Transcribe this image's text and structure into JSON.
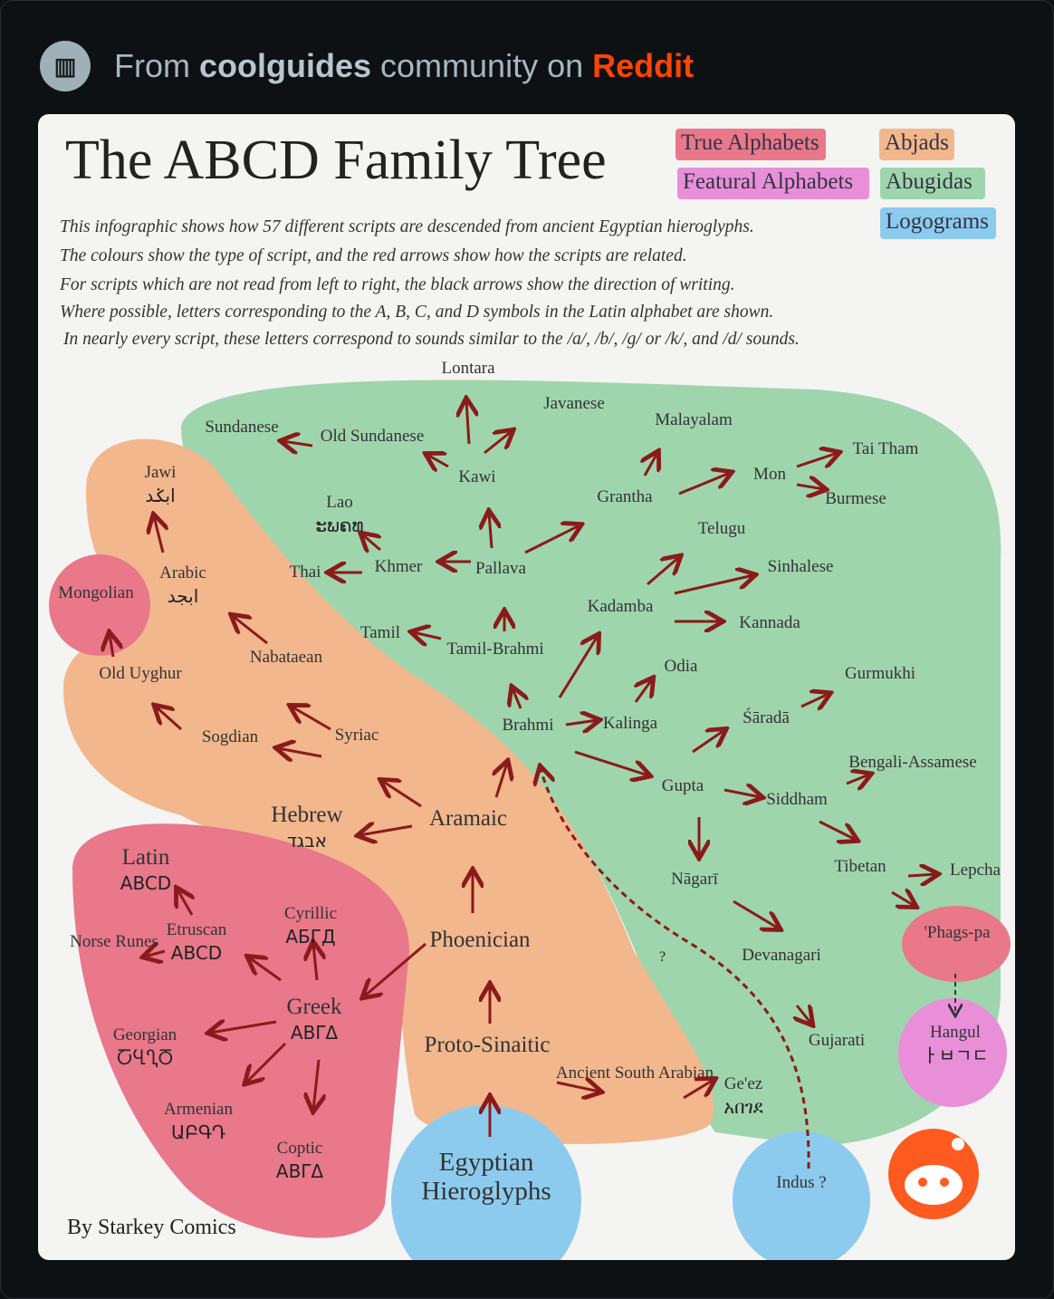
{
  "header": {
    "prefix": "From",
    "community": "coolguides",
    "middle": "community on",
    "platform": "Reddit"
  },
  "title": "The ABCD Family Tree",
  "legend": [
    "True Alphabets",
    "Abjads",
    "Featural Alphabets",
    "Abugidas",
    "Logograms"
  ],
  "colors": {
    "true_alphabets": "#e8788a",
    "abjads": "#f2b78c",
    "featural": "#e88fd8",
    "abugidas": "#9fd5ac",
    "logograms": "#8ccbee",
    "arrow": "#8b1a1a"
  },
  "description": [
    "This infographic shows how 57 different scripts are descended from ancient Egyptian hieroglyphs.",
    "The colours show the type of script, and the red arrows show how the scripts are related.",
    "For scripts which are not read from left to right, the black arrows show the direction of writing.",
    "Where possible, letters corresponding to the A, B, C, and D symbols in the Latin alphabet are shown.",
    "In nearly every script, these letters correspond to sounds similar to the /a/, /b/, /g/ or /k/, and /d/ sounds."
  ],
  "nodes": [
    {
      "label": "Lontara"
    },
    {
      "label": "Javanese"
    },
    {
      "label": "Sundanese"
    },
    {
      "label": "Old Sundanese"
    },
    {
      "label": "Malayalam"
    },
    {
      "label": "Tai Tham"
    },
    {
      "label": "Kawi"
    },
    {
      "label": "Jawi",
      "glyph": "ابݢد"
    },
    {
      "label": "Lao",
      "glyph": "ະພຄທ"
    },
    {
      "label": "Grantha"
    },
    {
      "label": "Mon"
    },
    {
      "label": "Burmese"
    },
    {
      "label": "Telugu"
    },
    {
      "label": "Sinhalese"
    },
    {
      "label": "Arabic",
      "glyph": "ابجد"
    },
    {
      "label": "Mongolian"
    },
    {
      "label": "Thai"
    },
    {
      "label": "Khmer"
    },
    {
      "label": "Pallava"
    },
    {
      "label": "Kadamba"
    },
    {
      "label": "Kannada"
    },
    {
      "label": "Tamil"
    },
    {
      "label": "Tamil-Brahmi"
    },
    {
      "label": "Nabataean"
    },
    {
      "label": "Old Uyghur"
    },
    {
      "label": "Odia"
    },
    {
      "label": "Gurmukhi"
    },
    {
      "label": "Sogdian"
    },
    {
      "label": "Syriac"
    },
    {
      "label": "Brahmi"
    },
    {
      "label": "Kalinga"
    },
    {
      "label": "Śāradā"
    },
    {
      "label": "Bengali-Assamese"
    },
    {
      "label": "Gupta"
    },
    {
      "label": "Siddham"
    },
    {
      "label": "Hebrew",
      "glyph": "אבגד"
    },
    {
      "label": "Aramaic"
    },
    {
      "label": "Latin",
      "glyph": "ABCD"
    },
    {
      "label": "Tibetan"
    },
    {
      "label": "Lepcha"
    },
    {
      "label": "Nāgarī"
    },
    {
      "label": "Cyrillic",
      "glyph": "АБГД"
    },
    {
      "label": "Etruscan",
      "glyph": "ABCD"
    },
    {
      "label": "Norse Runes"
    },
    {
      "label": "'Phags-pa"
    },
    {
      "label": "Phoenician"
    },
    {
      "label": "Devanagari"
    },
    {
      "label": "Greek",
      "glyph": "ΑΒΓΔ"
    },
    {
      "label": "Georgian",
      "glyph": "ႠႡႢႣ"
    },
    {
      "label": "Hangul",
      "glyph": "ㅏㅂㄱㄷ"
    },
    {
      "label": "Gujarati"
    },
    {
      "label": "Proto-Sinaitic"
    },
    {
      "label": "Ancient South Arabian"
    },
    {
      "label": "Ge'ez",
      "glyph": "አበገደ"
    },
    {
      "label": "Armenian",
      "glyph": "ԱԲԳԴ"
    },
    {
      "label": "Coptic",
      "glyph": "ΑΒΓΔ"
    },
    {
      "label": "Egyptian Hieroglyphs"
    },
    {
      "label": "Indus ?"
    }
  ],
  "unknown_link": "?",
  "credit": "By Starkey Comics"
}
